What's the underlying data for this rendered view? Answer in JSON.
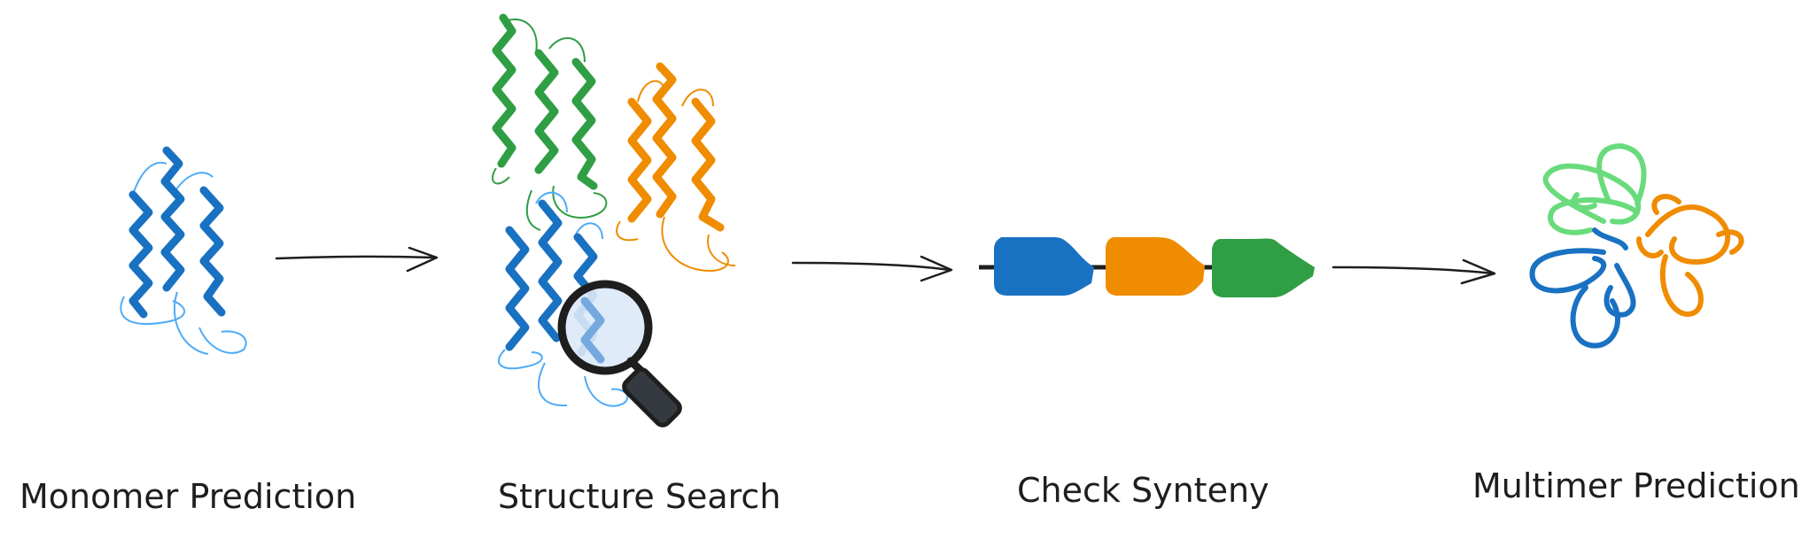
{
  "steps": [
    {
      "label": "Monomer Prediction"
    },
    {
      "label": "Structure Search"
    },
    {
      "label": "Check Synteny"
    },
    {
      "label": "Multimer Prediction"
    }
  ],
  "colors": {
    "blue": "#1971c2",
    "light_blue": "#4dabf7",
    "green": "#2f9e44",
    "light_green": "#69db7c",
    "orange": "#f08c00",
    "arrow": "#1e1e1e",
    "magnifier": "#1e1e1e",
    "lens": "#dbe9f7"
  },
  "icons": {
    "monomer": "protein-helix-icon",
    "search": "magnifying-glass-icon",
    "synteny": "gene-arrow-icon",
    "multimer": "protein-complex-icon"
  }
}
